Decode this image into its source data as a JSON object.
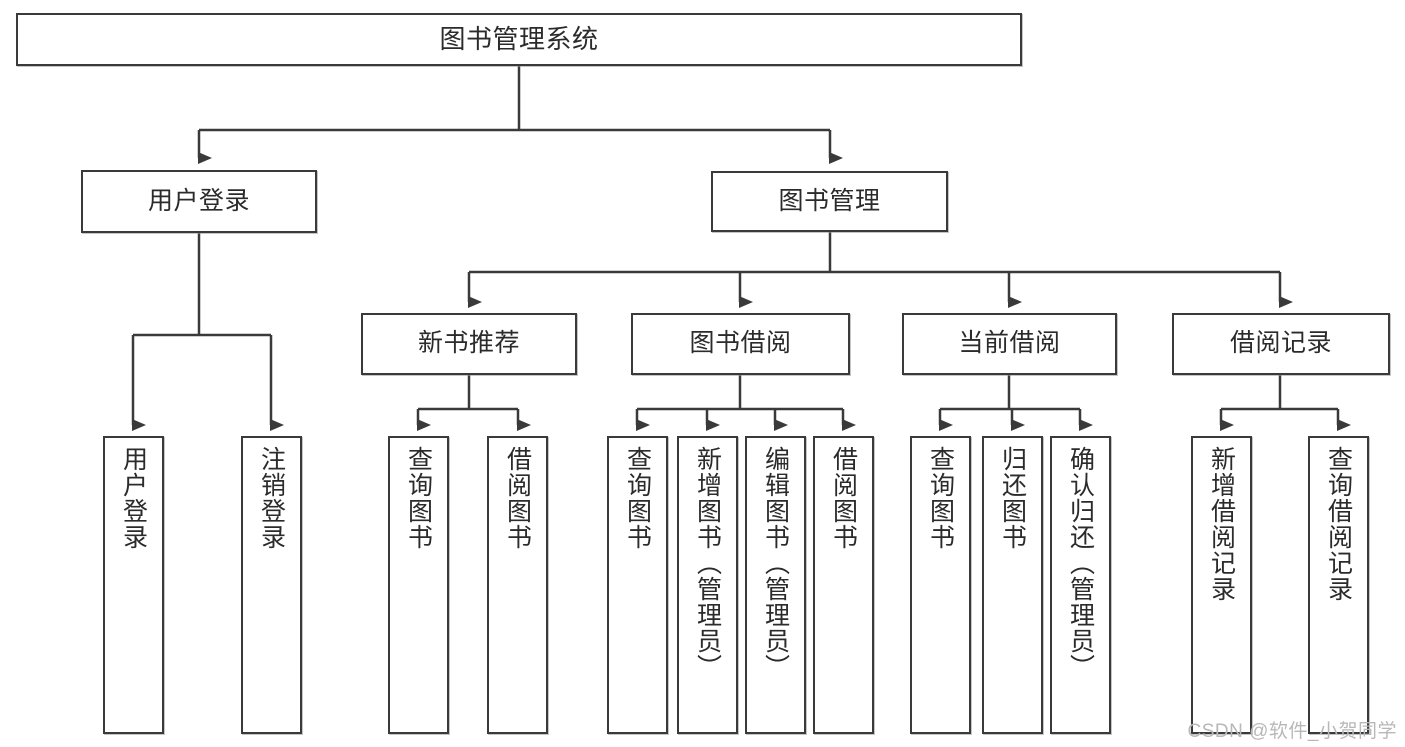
{
  "diagram": {
    "title": "图书管理系统",
    "type": "tree-hierarchy-chart",
    "watermark": "CSDN @软件_小贺同学",
    "colors": {
      "box_border": "#3a3a3a",
      "box_fill": "#ffffff",
      "edge": "#3a3a3a",
      "text": "#2b2b2b",
      "watermark": "#b8b8b8",
      "background": "#ffffff"
    }
  },
  "nodes": {
    "root": {
      "label": "图书管理系统"
    },
    "level1": [
      {
        "id": "user-login",
        "label": "用户登录"
      },
      {
        "id": "book-management",
        "label": "图书管理"
      }
    ],
    "level2": [
      {
        "id": "new-book-recommend",
        "label": "新书推荐"
      },
      {
        "id": "book-borrow",
        "label": "图书借阅"
      },
      {
        "id": "current-borrow",
        "label": "当前借阅"
      },
      {
        "id": "borrow-record",
        "label": "借阅记录"
      }
    ],
    "leaves": {
      "user_login": [
        {
          "id": "leaf-user-login",
          "label": "用户登录"
        },
        {
          "id": "leaf-logout-login",
          "label": "注销登录"
        }
      ],
      "new_book_recommend": [
        {
          "id": "leaf-query-book-1",
          "label": "查询图书"
        },
        {
          "id": "leaf-borrow-book-1",
          "label": "借阅图书"
        }
      ],
      "book_borrow": [
        {
          "id": "leaf-query-book-2",
          "label": "查询图书"
        },
        {
          "id": "leaf-add-book",
          "label": "新增图书（管理员）"
        },
        {
          "id": "leaf-edit-book",
          "label": "编辑图书（管理员）"
        },
        {
          "id": "leaf-borrow-book-2",
          "label": "借阅图书"
        }
      ],
      "current_borrow": [
        {
          "id": "leaf-query-book-3",
          "label": "查询图书"
        },
        {
          "id": "leaf-return-book",
          "label": "归还图书"
        },
        {
          "id": "leaf-confirm-return",
          "label": "确认归还（管理员）"
        }
      ],
      "borrow_record": [
        {
          "id": "leaf-add-record",
          "label": "新增借阅记录"
        },
        {
          "id": "leaf-query-record",
          "label": "查询借阅记录"
        }
      ]
    }
  }
}
